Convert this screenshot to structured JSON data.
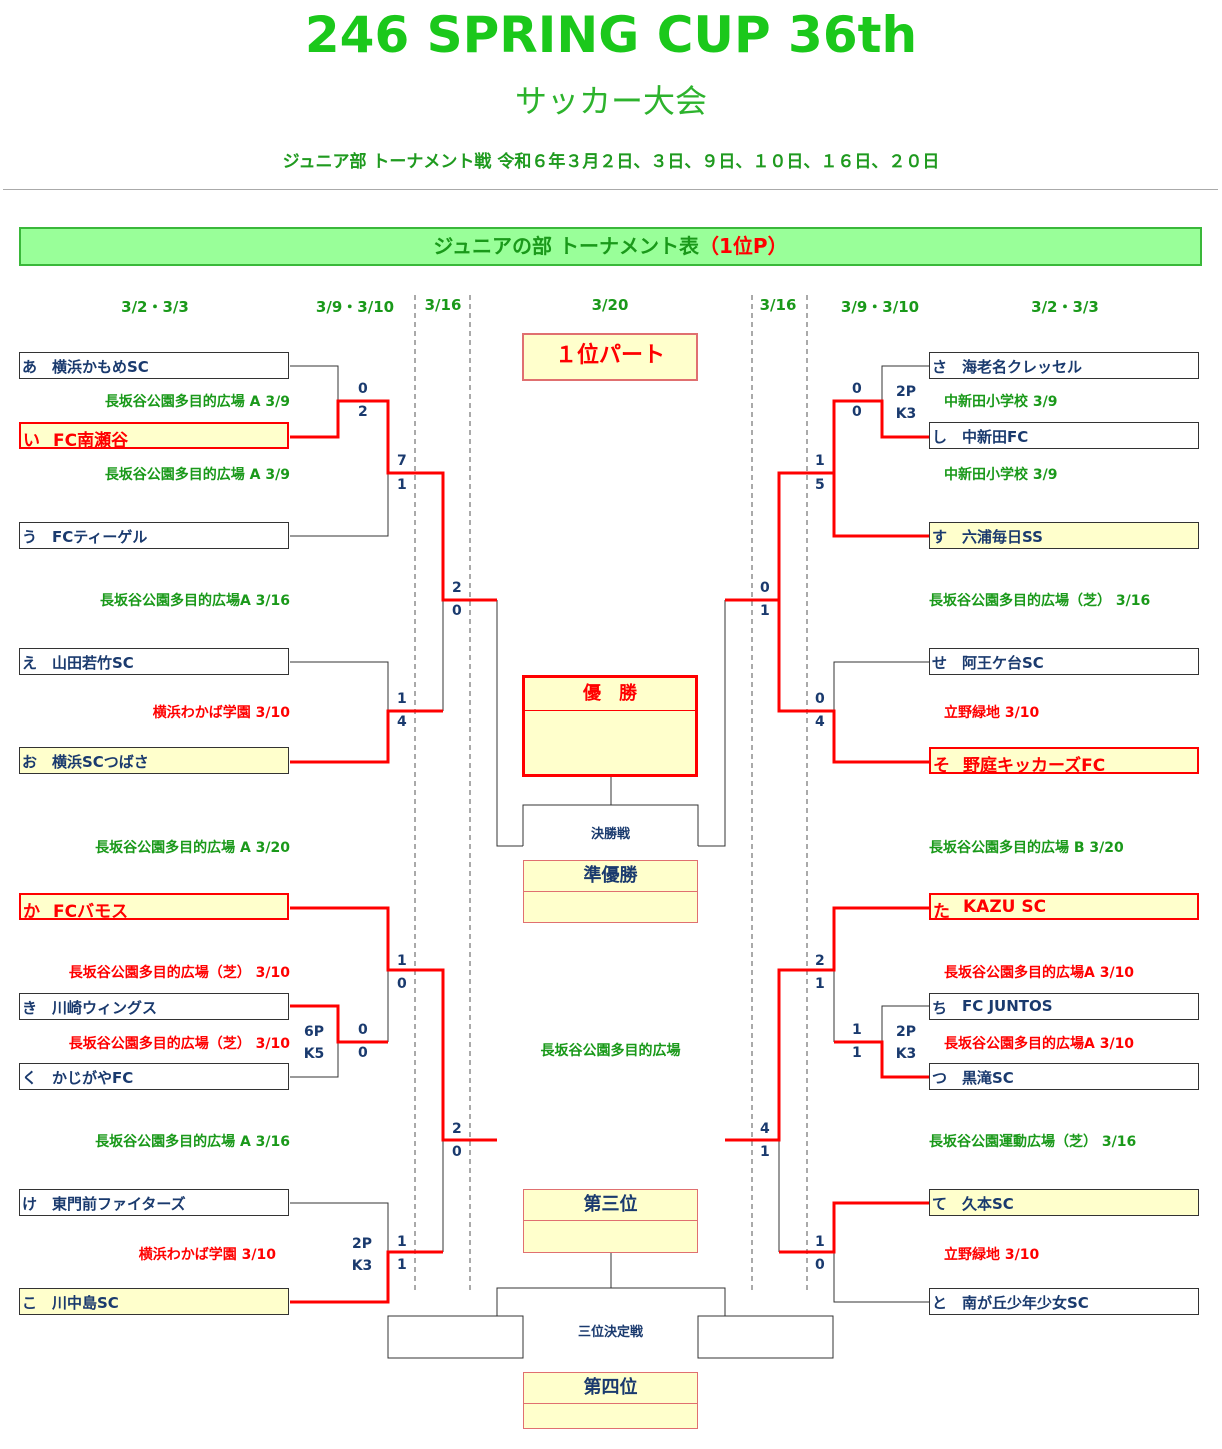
{
  "header": {
    "title": "246 SPRING CUP 36th",
    "subtitle": "サッカー大会",
    "headline": "ジュニア部 トーナメント戦 令和６年３月２日、３日、９日、１０日、１６日、２０日"
  },
  "banner": {
    "label": "ジュニアの部  トーナメント表",
    "highlight": "（1位P）"
  },
  "rounds": {
    "left_r1": "3/2・3/3",
    "left_r2": "3/9・3/10",
    "left_r3": "3/16",
    "final": "3/20",
    "right_r3": "3/16",
    "right_r2": "3/9・3/10",
    "right_r1": "3/2・3/3"
  },
  "part_label": "１位パート",
  "left_teams": [
    {
      "kana": "あ",
      "name": "横浜かもめSC"
    },
    {
      "kana": "い",
      "name": "FC南瀬谷"
    },
    {
      "kana": "う",
      "name": "FCティーゲル"
    },
    {
      "kana": "え",
      "name": "山田若竹SC"
    },
    {
      "kana": "お",
      "name": "横浜SCつばさ"
    },
    {
      "kana": "か",
      "name": "FCバモス"
    },
    {
      "kana": "き",
      "name": "川崎ウィングス"
    },
    {
      "kana": "く",
      "name": "かじがやFC"
    },
    {
      "kana": "け",
      "name": "東門前ファイターズ"
    },
    {
      "kana": "こ",
      "name": "川中島SC"
    }
  ],
  "right_teams": [
    {
      "kana": "さ",
      "name": "海老名クレッセル"
    },
    {
      "kana": "し",
      "name": "中新田FC"
    },
    {
      "kana": "す",
      "name": "六浦毎日SS"
    },
    {
      "kana": "せ",
      "name": "阿王ケ台SC"
    },
    {
      "kana": "そ",
      "name": "野庭キッカーズFC"
    },
    {
      "kana": "た",
      "name": "KAZU SC"
    },
    {
      "kana": "ち",
      "name": "FC JUNTOS"
    },
    {
      "kana": "つ",
      "name": "黒滝SC"
    },
    {
      "kana": "て",
      "name": "久本SC"
    },
    {
      "kana": "と",
      "name": "南が丘少年少女SC"
    }
  ],
  "venues_left": [
    "長坂谷公園多目的広場 A 3/9",
    "長坂谷公園多目的広場 A 3/9",
    "長坂谷公園多目的広場A 3/16",
    "横浜わかば学園 3/10",
    "長坂谷公園多目的広場 A 3/20",
    "長坂谷公園多目的広場（芝） 3/10",
    "長坂谷公園多目的広場（芝） 3/10",
    "長坂谷公園多目的広場 A 3/16",
    "横浜わかば学園 3/10"
  ],
  "venues_right": [
    "中新田小学校 3/9",
    "中新田小学校 3/9",
    "長坂谷公園多目的広場（芝） 3/16",
    "立野緑地 3/10",
    "長坂谷公園多目的広場 B 3/20",
    "長坂谷公園多目的広場A 3/10",
    "長坂谷公園多目的広場A 3/10",
    "長坂谷公園運動広場（芝） 3/16",
    "立野緑地 3/10"
  ],
  "center": {
    "venue": "長坂谷公園多目的広場",
    "champion": "優　勝",
    "final_label": "決勝戦",
    "runner_up": "準優勝",
    "third": "第三位",
    "third_match": "三位決定戦",
    "fourth": "第四位"
  },
  "scores_left": {
    "m1": [
      "0",
      "2"
    ],
    "m2": [
      "7",
      "1"
    ],
    "m3": [
      "1",
      "4"
    ],
    "m4": [
      "2",
      "0"
    ],
    "m5": [
      "0",
      "0"
    ],
    "m5_pk": [
      "6P",
      "K5"
    ],
    "m6": [
      "1",
      "0"
    ],
    "m7": [
      "1",
      "1"
    ],
    "m7_pk": [
      "2P",
      "K3"
    ],
    "m8": [
      "2",
      "0"
    ]
  },
  "scores_right": {
    "m1": [
      "0",
      "0"
    ],
    "m1_pk": [
      "2P",
      "K3"
    ],
    "m2": [
      "1",
      "5"
    ],
    "m3": [
      "0",
      "4"
    ],
    "m4": [
      "0",
      "1"
    ],
    "m5": [
      "1",
      "1"
    ],
    "m5_pk": [
      "2P",
      "K3"
    ],
    "m6": [
      "2",
      "1"
    ],
    "m7": [
      "1",
      "0"
    ],
    "m8": [
      "4",
      "1"
    ]
  },
  "colors": {
    "win_line": "#ff0000",
    "title_green": "#1bc81b",
    "banner_bg": "#99ff99",
    "winner_bg": "#ffffcc"
  }
}
